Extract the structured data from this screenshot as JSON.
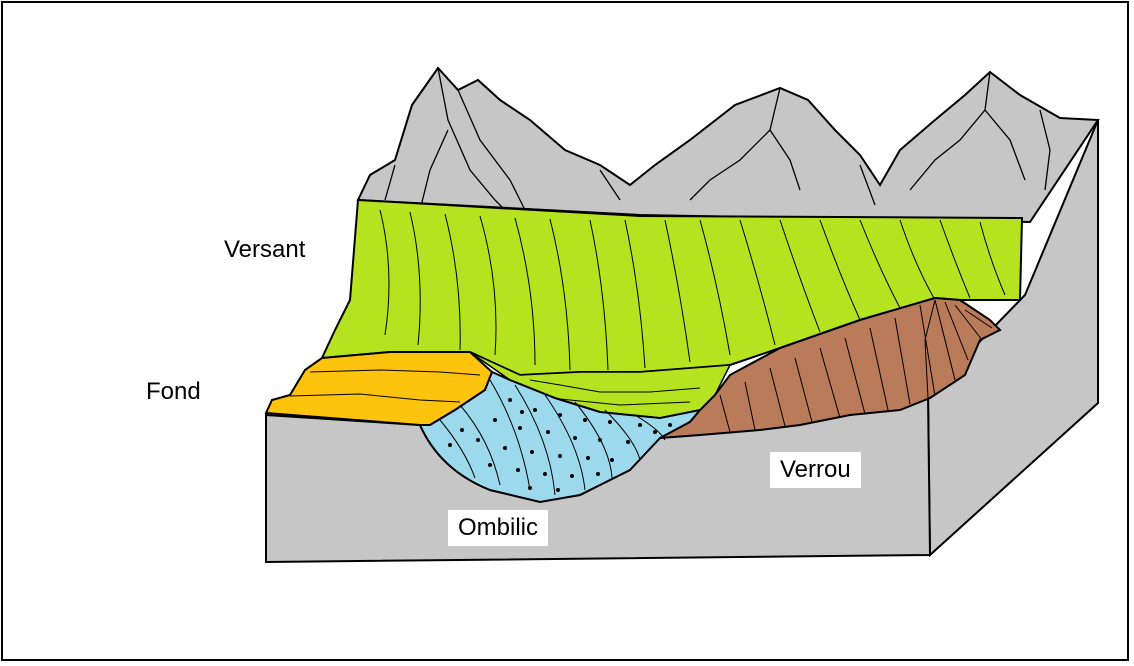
{
  "labels": {
    "versant": "Versant",
    "fond": "Fond",
    "ombilic": "Ombilic",
    "verrou": "Verrou"
  },
  "colors": {
    "mountains": "#c6c6c6",
    "block_side": "#c6c6c6",
    "versant": "#b6e31f",
    "fond": "#fec30c",
    "ombilic": "#9cd9ec",
    "verrou": "#b97b5a",
    "outline": "#000000"
  }
}
